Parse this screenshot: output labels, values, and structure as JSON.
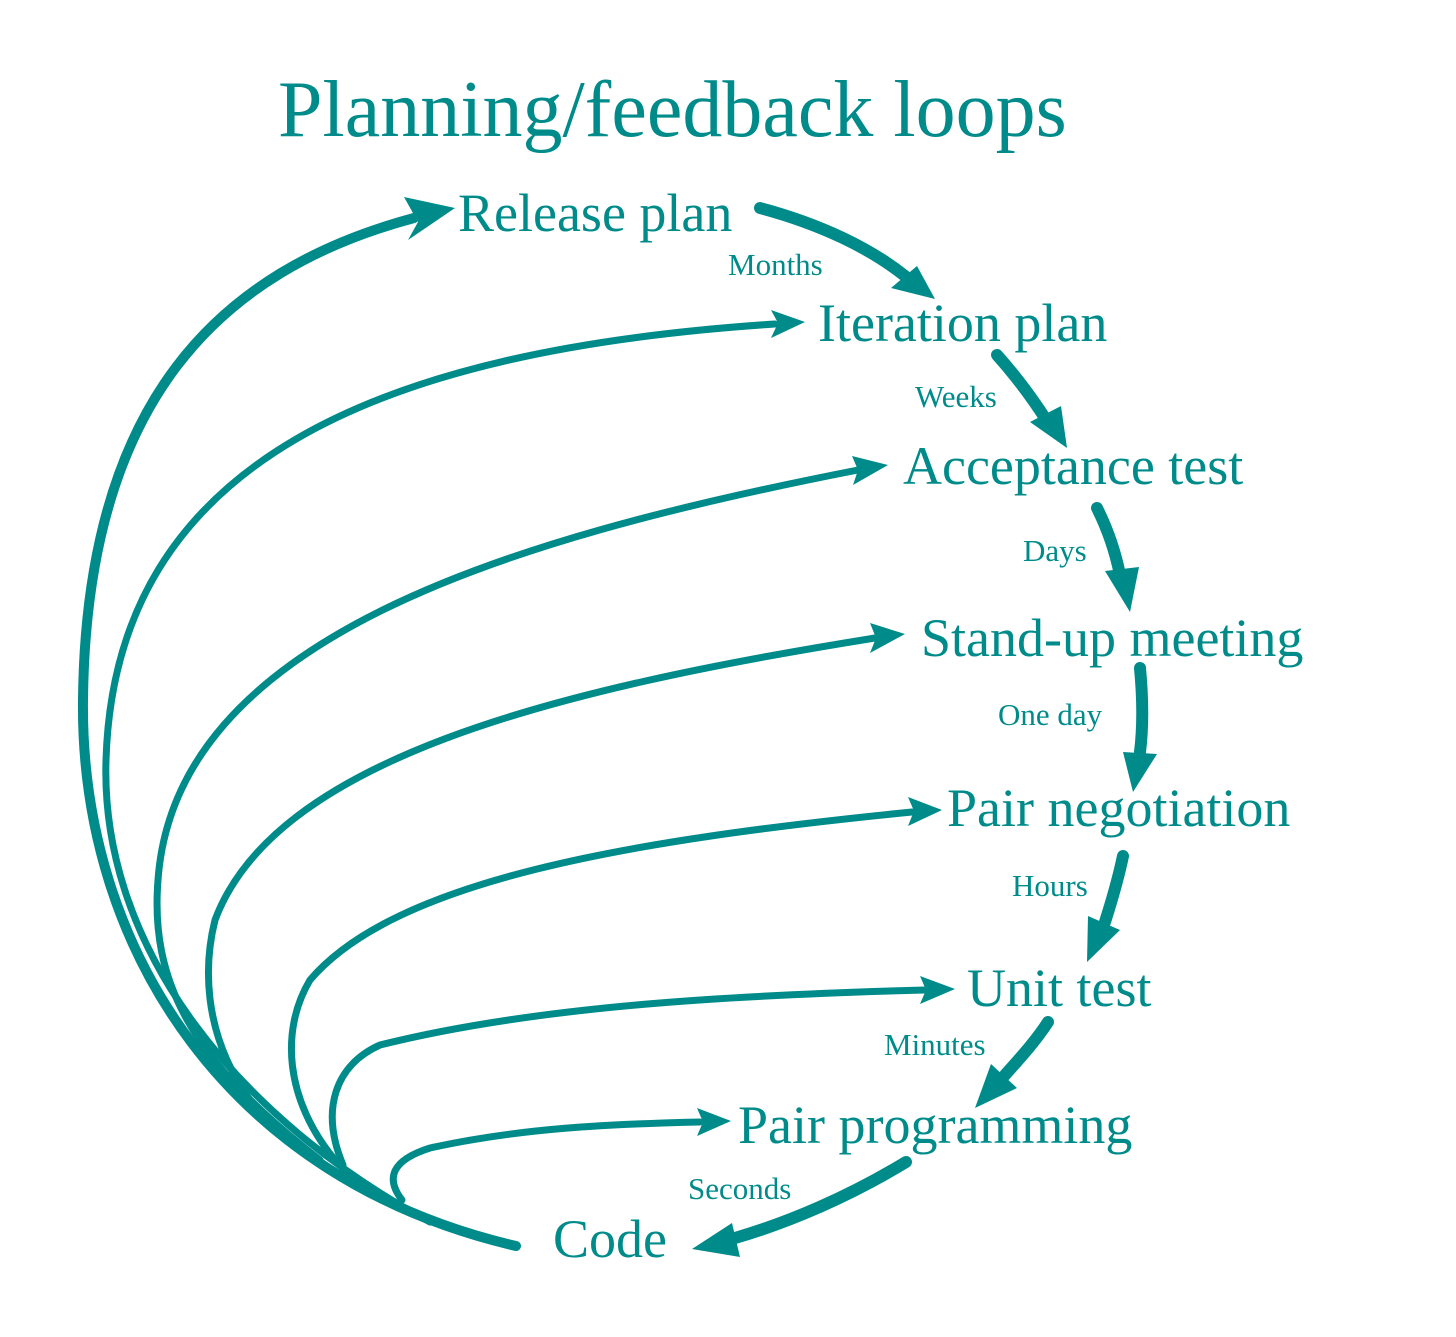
{
  "title": "Planning/feedback loops",
  "colors": {
    "accent": "#008b8b",
    "background": "#ffffff"
  },
  "steps": [
    {
      "label": "Release plan"
    },
    {
      "label": "Iteration plan"
    },
    {
      "label": "Acceptance test"
    },
    {
      "label": "Stand-up meeting"
    },
    {
      "label": "Pair negotiation"
    },
    {
      "label": "Unit test"
    },
    {
      "label": "Pair programming"
    },
    {
      "label": "Code"
    }
  ],
  "intervals": [
    {
      "label": "Months"
    },
    {
      "label": "Weeks"
    },
    {
      "label": "Days"
    },
    {
      "label": "One day"
    },
    {
      "label": "Hours"
    },
    {
      "label": "Minutes"
    },
    {
      "label": "Seconds"
    }
  ]
}
